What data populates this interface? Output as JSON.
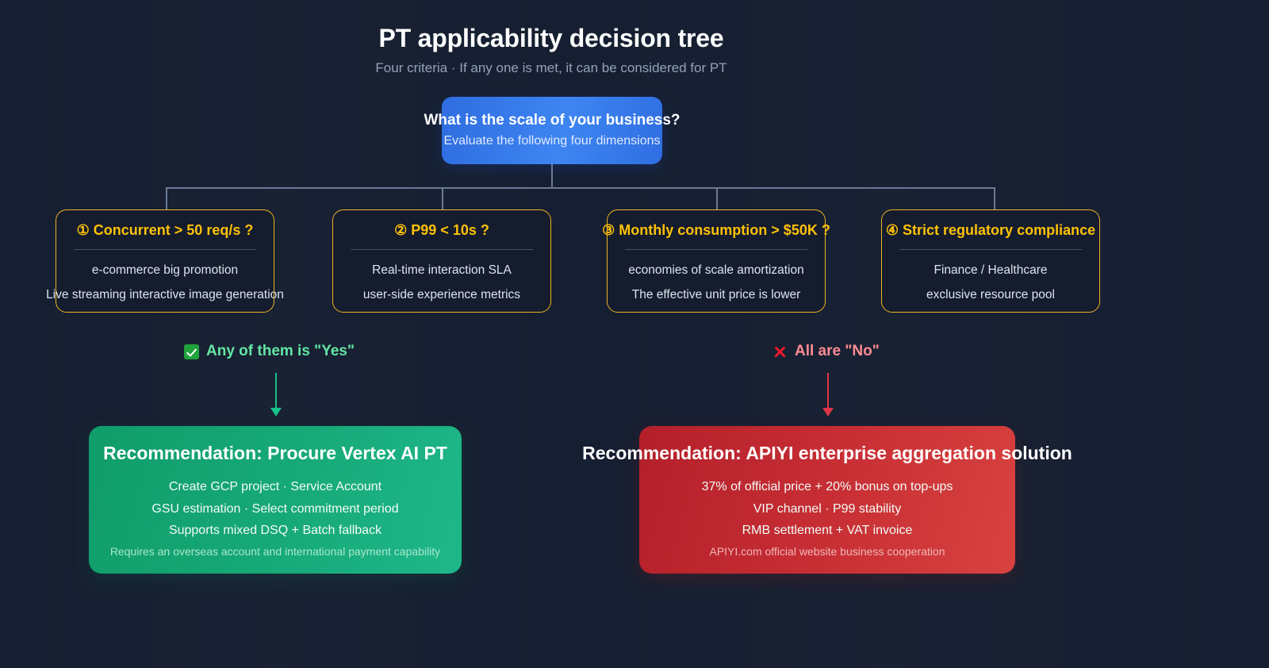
{
  "header": {
    "title": "PT applicability decision tree",
    "subtitle": "Four criteria · If any one is met, it can be considered for PT"
  },
  "root": {
    "title": "What is the scale of your business?",
    "subtitle": "Evaluate the following four dimensions"
  },
  "criteria": [
    {
      "heading": "① Concurrent > 50 req/s ?",
      "line1": "e-commerce big promotion",
      "line2": "Live streaming interactive image generation"
    },
    {
      "heading": "② P99 < 10s ?",
      "line1": "Real-time interaction SLA",
      "line2": "user-side experience metrics"
    },
    {
      "heading": "③ Monthly consumption > $50K ?",
      "line1": "economies of scale amortization",
      "line2": "The effective unit price is lower"
    },
    {
      "heading": "④ Strict regulatory compliance",
      "line1": "Finance / Healthcare",
      "line2": "exclusive resource pool"
    }
  ],
  "branches": {
    "yes": {
      "label": "Any of them is \"Yes\"",
      "icon": "white-check-mark-emoji"
    },
    "no": {
      "label": "All are \"No\"",
      "icon": "cross-mark-emoji"
    }
  },
  "results": {
    "green": {
      "heading": "Recommendation: Procure Vertex AI PT",
      "line1": "Create GCP project · Service Account",
      "line2": "GSU estimation · Select commitment period",
      "line3": "Supports mixed DSQ + Batch fallback",
      "note": "Requires an overseas account and international payment capability"
    },
    "red": {
      "heading": "Recommendation: APIYI enterprise aggregation solution",
      "line1": "37% of official price + 20% bonus on top-ups",
      "line2": "VIP channel · P99 stability",
      "line3": "RMB settlement + VAT invoice",
      "note": "APIYI.com official website business cooperation"
    }
  },
  "colors": {
    "background": "#161f31",
    "root_blue": "#3e85f2",
    "criteria_amber": "#ffc107",
    "criteria_border": "#f0b323",
    "yes_green": "#63e6a4",
    "arrow_green": "#18c08a",
    "no_red": "#ff8b93",
    "arrow_red": "#dc3545",
    "result_green": "#16a877",
    "result_red": "#c52c33",
    "connector": "#6a7a93"
  }
}
